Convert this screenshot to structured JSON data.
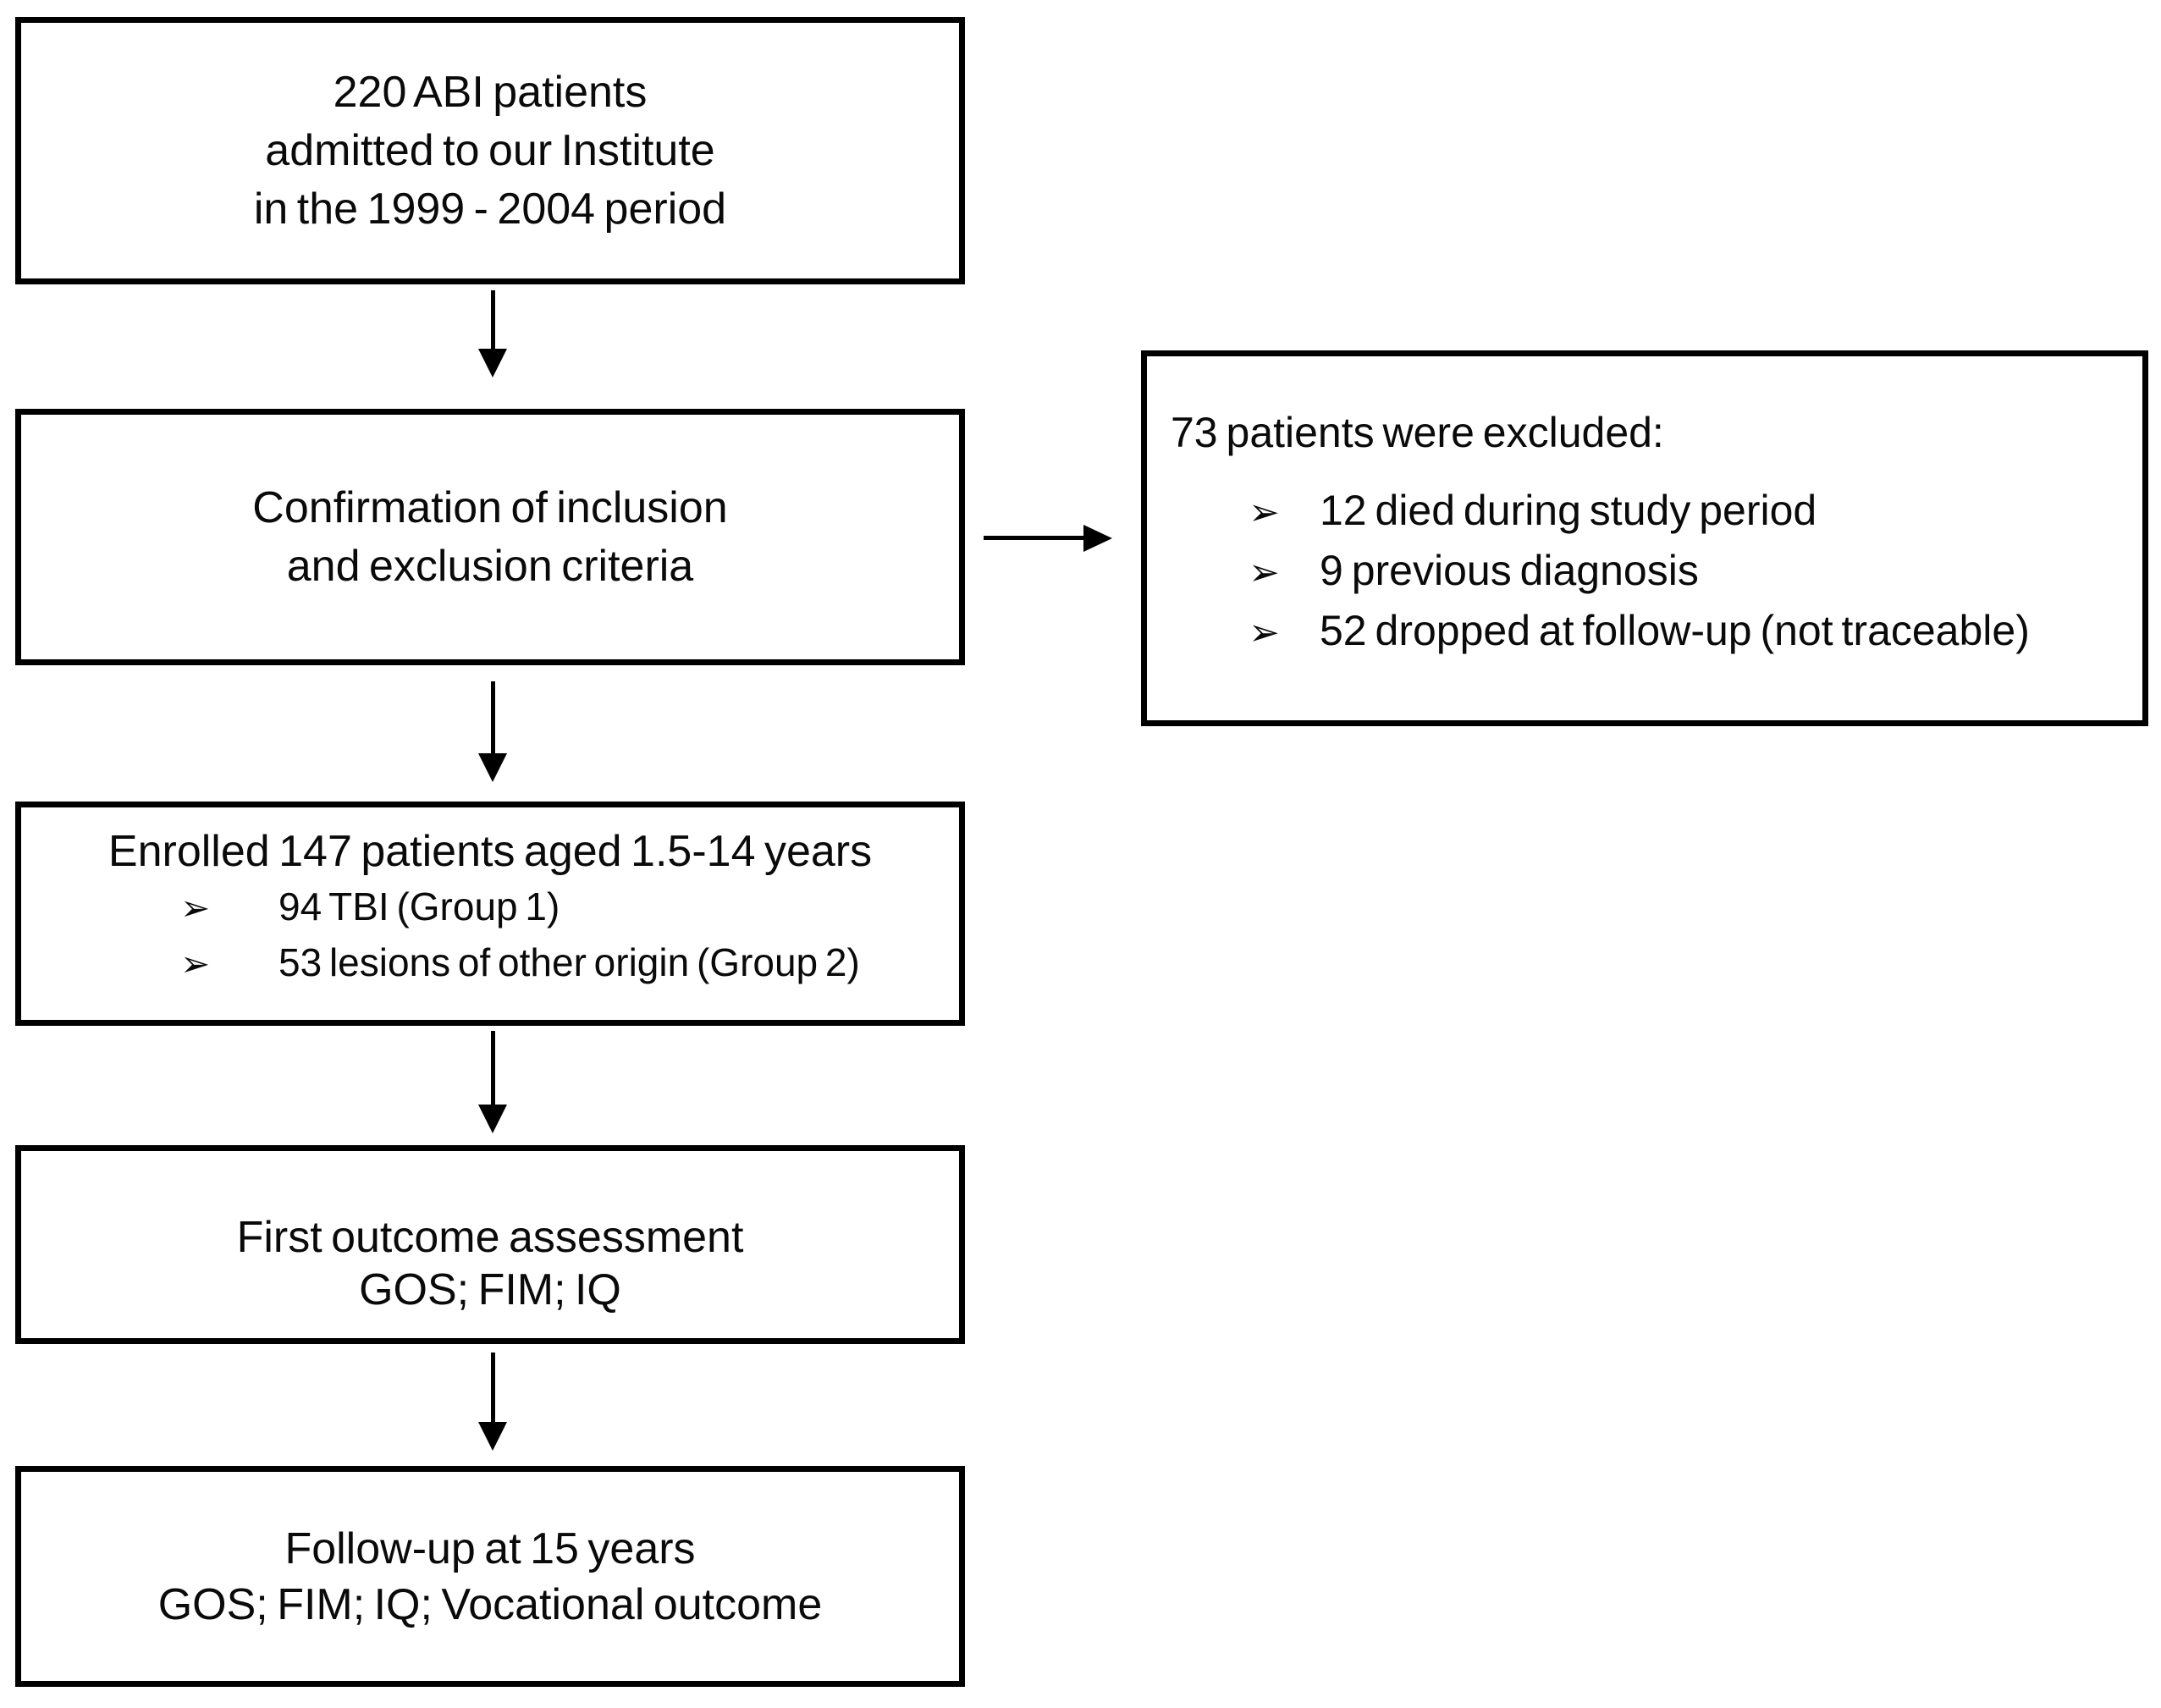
{
  "diagram": {
    "type": "flowchart",
    "bullet_char": "➢",
    "colors": {
      "box_border": "#000000",
      "box_fill": "#ffffff",
      "text": "#0a0a0a",
      "background": "#ffffff"
    },
    "nodes": {
      "admitted": {
        "lines": [
          "220 ABI patients",
          "admitted to our Institute",
          "in the 1999 - 2004 period"
        ]
      },
      "criteria": {
        "lines": [
          "Confirmation of inclusion",
          "and exclusion criteria"
        ]
      },
      "excluded": {
        "title": "73 patients were excluded:",
        "items": [
          "12 died during study period",
          "9 previous diagnosis",
          "52 dropped at follow-up (not traceable)"
        ]
      },
      "enrolled": {
        "title": "Enrolled 147 patients aged 1.5-14 years",
        "items": [
          "94 TBI (Group 1)",
          "53 lesions of other origin (Group 2)"
        ]
      },
      "first_outcome": {
        "lines": [
          "First outcome assessment",
          "GOS; FIM; IQ"
        ]
      },
      "follow_up": {
        "lines": [
          "Follow-up at 15 years",
          "GOS; FIM; IQ; Vocational outcome"
        ]
      }
    }
  }
}
